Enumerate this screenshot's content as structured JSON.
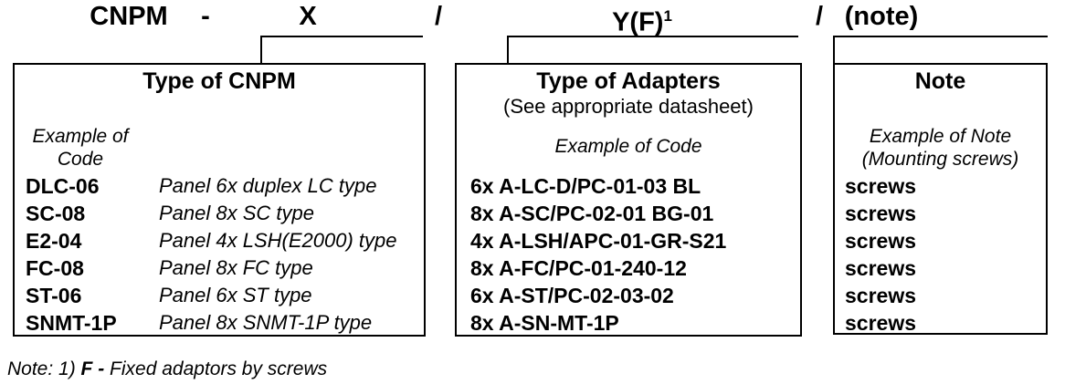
{
  "header": {
    "prefix": "CNPM",
    "dash": "-",
    "x_code": "X",
    "slash1": "/",
    "y_code": "Y(F)",
    "y_sup": "1",
    "slash2": "/",
    "note_code": "(note)"
  },
  "box_cnpm": {
    "title": "Type of CNPM",
    "example_label_line1": "Example of",
    "example_label_line2": "Code",
    "rows": [
      {
        "code": "DLC-06",
        "desc": "Panel 6x duplex LC type"
      },
      {
        "code": "SC-08",
        "desc": "Panel 8x SC type"
      },
      {
        "code": "E2-04",
        "desc": "Panel 4x LSH(E2000) type"
      },
      {
        "code": "FC-08",
        "desc": "Panel 8x FC type"
      },
      {
        "code": "ST-06",
        "desc": "Panel 6x ST type"
      },
      {
        "code": "SNMT-1P",
        "desc": "Panel 8x SNMT-1P type"
      }
    ]
  },
  "box_adapters": {
    "title": "Type of Adapters",
    "subtitle": "(See appropriate datasheet)",
    "example_label": "Example of Code",
    "rows": [
      "6x A-LC-D/PC-01-03 BL",
      "8x A-SC/PC-02-01 BG-01",
      "4x A-LSH/APC-01-GR-S21",
      "8x A-FC/PC-01-240-12",
      "6x A-ST/PC-02-03-02",
      "8x A-SN-MT-1P"
    ]
  },
  "box_note": {
    "title": "Note",
    "example_label_line1": "Example of Note",
    "example_label_line2": "(Mounting screws)",
    "rows": [
      "screws",
      "screws",
      "screws",
      "screws",
      "screws",
      "screws"
    ]
  },
  "footnote": {
    "prefix": "Note: 1) ",
    "bold_part": "F -",
    "rest": " Fixed adaptors by screws"
  },
  "colors": {
    "ink": "#000000",
    "background": "#ffffff"
  }
}
